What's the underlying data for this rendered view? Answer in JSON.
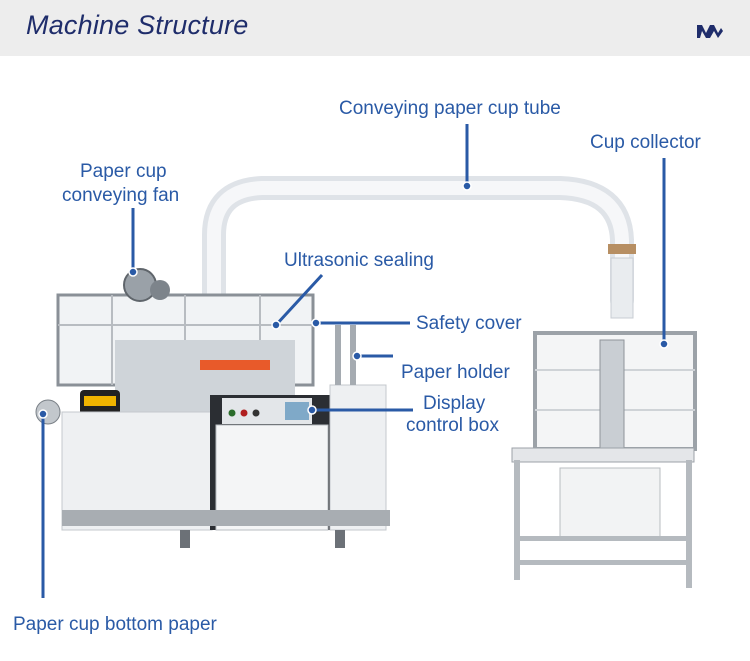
{
  "header": {
    "title": "Machine Structure",
    "logo_icon": "brand-logo-icon"
  },
  "labels": {
    "conveying_tube": "Conveying paper cup tube",
    "cup_collector": "Cup collector",
    "fan_line1": "Paper cup",
    "fan_line2": "conveying fan",
    "ultrasonic": "Ultrasonic sealing",
    "safety_cover": "Safety cover",
    "paper_holder": "Paper holder",
    "display_line1": "Display",
    "display_line2": "control box",
    "bottom_paper": "Paper cup bottom paper"
  },
  "colors": {
    "accent": "#2a5aa6",
    "title": "#1f2d6b",
    "header_bg": "#ededed"
  }
}
